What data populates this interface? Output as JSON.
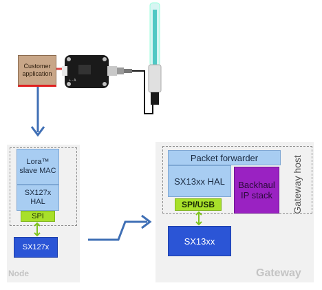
{
  "customer_application": "Customer application",
  "node": {
    "lora_mac": "Lora™ slave MAC",
    "hal": "SX127x HAL",
    "spi": "SPI",
    "radio": "SX127x",
    "label": "Node"
  },
  "gateway": {
    "packet_forwarder": "Packet forwarder",
    "hal": "SX13xx HAL",
    "backhaul": "Backhaul IP stack",
    "spi_usb": "SPI/USB",
    "radio": "SX13xx",
    "host_label": "Gateway host",
    "label": "Gateway"
  },
  "colors": {
    "light_block": "#a8cdf2",
    "dark_block": "#2b55d6",
    "interface": "#a8e02a",
    "backhaul": "#9a22c2",
    "arrow": "#3f6fb5",
    "customer_box": "#c8a688"
  }
}
